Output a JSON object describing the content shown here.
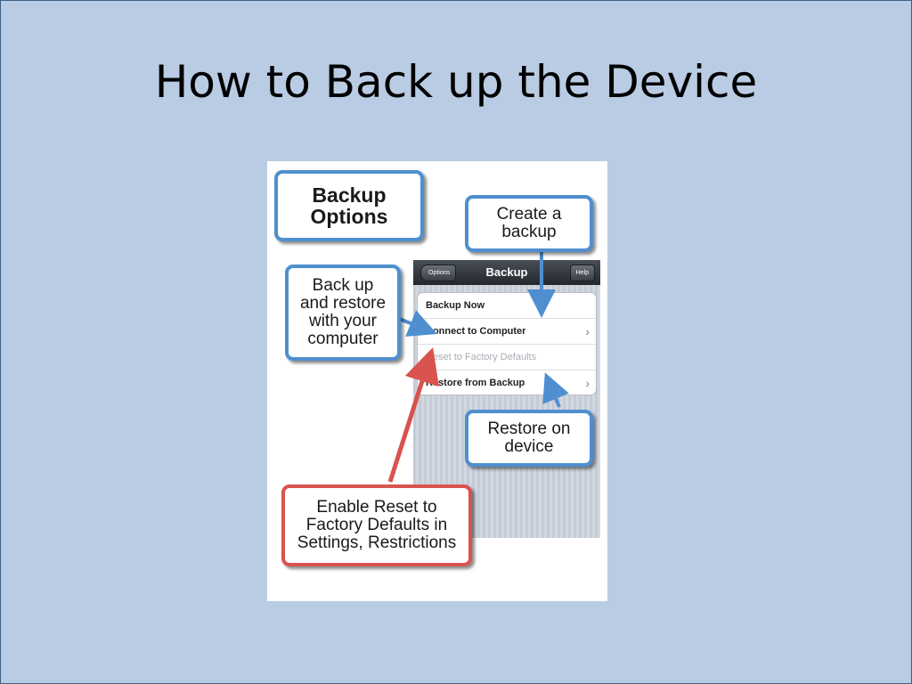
{
  "slide": {
    "title": "How to Back up the Device"
  },
  "phone": {
    "nav": {
      "back_label": "Options",
      "title": "Backup",
      "help_label": "Help"
    },
    "rows": [
      {
        "label": "Backup Now",
        "chevron": ""
      },
      {
        "label": "Connect to Computer",
        "chevron": "›"
      },
      {
        "label": "Reset to Factory Defaults",
        "chevron": ""
      },
      {
        "label": "Restore from Backup",
        "chevron": "›"
      }
    ]
  },
  "callouts": {
    "title": {
      "line1": "Backup",
      "line2": "Options"
    },
    "create": {
      "line1": "Create a",
      "line2": "backup"
    },
    "backup_restore": {
      "line1": "Back up",
      "line2": "and restore",
      "line3": "with your",
      "line4": "computer"
    },
    "restore_device": {
      "line1": "Restore on",
      "line2": "device"
    },
    "enable_reset": {
      "line1": "Enable Reset to",
      "line2": "Factory Defaults in",
      "line3": "Settings, Restrictions"
    }
  },
  "colors": {
    "callout_blue": "#4f8fd0",
    "callout_red": "#d9534f",
    "slide_bg": "#b9cce4"
  }
}
